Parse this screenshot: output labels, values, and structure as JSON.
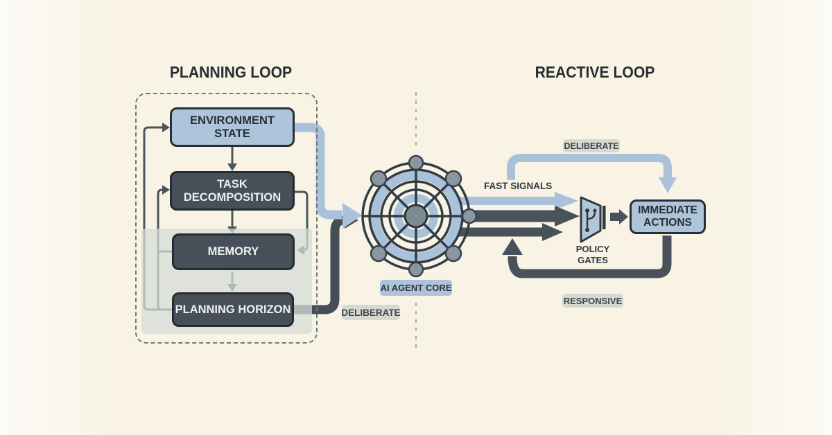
{
  "titles": {
    "planning": "PLANNING LOOP",
    "reactive": "REACTIVE LOOP"
  },
  "planning_loop": {
    "boxes": [
      {
        "label": "ENVIRONMENT STATE",
        "variant": "blue"
      },
      {
        "label": "TASK DECOMPOSITION",
        "variant": "dark"
      },
      {
        "label": "MEMORY",
        "variant": "dark"
      },
      {
        "label": "PLANNING HORIZON",
        "variant": "dark"
      }
    ],
    "mode_label": "DELIBERATE"
  },
  "hub": {
    "label": "AI AGENT CORE",
    "icon": "concentric-wheel-with-nodes"
  },
  "reactive_loop": {
    "deliberate_label": "DELIBERATE",
    "fast_signals_label": "FAST SIGNALS",
    "policy_gates_label": "POLICY GATES",
    "immediate_actions_label": "IMMEDIATE ACTIONS",
    "responsive_label": "RESPONSIVE",
    "policy_gate_icon": "gate-funnel-with-branch"
  },
  "colors": {
    "background": "#f8f3e4",
    "accent_blue": "#a9c2da",
    "dark_slate": "#49525a",
    "box_blue": "#adc4db",
    "box_dark": "#475058",
    "pill_gray": "#d5d9d1",
    "ink": "#262e33"
  }
}
